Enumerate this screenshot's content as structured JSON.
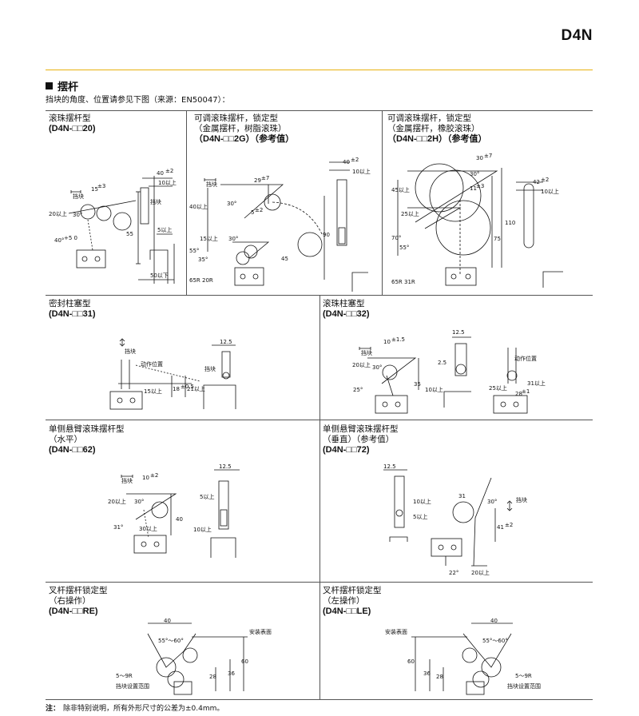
{
  "doc_code": "D4N",
  "section": {
    "title": "摆杆",
    "note": "挡块的角度、位置请参见下图（来源：EN50047）："
  },
  "labels": {
    "stopper": "挡块",
    "op_pos": "动作位置",
    "mount_surface": "安装表面",
    "stopper_range": "挡块设置范围"
  },
  "cells": [
    {
      "title": "滚珠摆杆型",
      "code": "(D4N-□□20)"
    },
    {
      "title": "可调滚珠摆杆，锁定型\n（金属摆杆，树脂滚珠）",
      "code": "（D4N-□□2G）（参考值）"
    },
    {
      "title": "可调滚珠摆杆，锁定型\n（金属摆杆，橡胶滚珠）",
      "code": "（D4N-□□2H）（参考值）"
    },
    {
      "title": "密封柱塞型",
      "code": "(D4N-□□31)"
    },
    {
      "title": "滚珠柱塞型",
      "code": "(D4N-□□32)"
    },
    {
      "title": "单侧悬臂滚珠摆杆型\n（水平）",
      "code": "(D4N-□□62)"
    },
    {
      "title": "单侧悬臂滚珠摆杆型\n（垂直）（参考值）",
      "code": "(D4N-□□72)"
    },
    {
      "title": "叉杆摆杆锁定型\n（右操作）",
      "code": "(D4N-□□RE)"
    },
    {
      "title": "叉杆摆杆锁定型\n（左操作）",
      "code": "(D4N-□□LE)"
    }
  ],
  "dims": {
    "c20": {
      "a": "15",
      "a_tol": "±3",
      "b": "20以上",
      "c": "30°",
      "d": "40°",
      "d_tol": "+5 0",
      "e": "55",
      "f": "40",
      "f_tol": "±2",
      "g": "10以上",
      "h": "5以上",
      "i": "50以下"
    },
    "c2g": {
      "a": "29",
      "a_tol": "±7",
      "b": "40以上",
      "c": "30°",
      "d": "5",
      "d_tol": "±2",
      "e": "15以上",
      "f": "30°",
      "g": "55°",
      "h": "35°",
      "i": "45",
      "j": "90",
      "k": "40",
      "k_tol": "±2",
      "l": "10以上",
      "m": "65R 20R"
    },
    "c2h": {
      "a": "30",
      "a_tol": "±7",
      "b": "30°",
      "c": "11",
      "c_tol": "±3",
      "d": "45以上",
      "e": "25以上",
      "f": "70°",
      "g": "55°",
      "h": "110",
      "i": "75",
      "j": "42",
      "j_tol": "±2",
      "k": "10以上",
      "l": "65R 31R"
    },
    "c31": {
      "a": "12.5",
      "b": "15以上",
      "c": "18",
      "c_tol": "±0.5",
      "d": "21以上"
    },
    "c32": {
      "a": "10",
      "a_tol": "±1.5",
      "b": "20以上",
      "c": "30°",
      "d": "25°",
      "e": "35",
      "f": "12.5",
      "g": "2.5",
      "h": "10以上",
      "i": "25以上",
      "j": "28",
      "j_tol": "±1",
      "k": "31以上"
    },
    "c62": {
      "a": "10",
      "a_tol": "±2",
      "b": "20以上",
      "c": "30°",
      "d": "31°",
      "e": "30以上",
      "f": "40",
      "g": "12.5",
      "h": "5以上",
      "i": "10以上"
    },
    "c72": {
      "a": "12.5",
      "b": "10以上",
      "c": "5以上",
      "d": "31",
      "e": "30°",
      "f": "41",
      "f_tol": "±2",
      "g": "22°",
      "h": "20以上"
    },
    "cre": {
      "a": "40",
      "b": "55°～60°",
      "c": "60",
      "d": "36",
      "e": "28",
      "f": "5～9R"
    },
    "cle": {
      "a": "40",
      "b": "55°～60°",
      "c": "60",
      "d": "36",
      "e": "28",
      "f": "5～9R"
    }
  },
  "footnote": {
    "label": "注：",
    "text": "除非特别说明，所有外形尺寸的公差为±0.4mm。"
  }
}
